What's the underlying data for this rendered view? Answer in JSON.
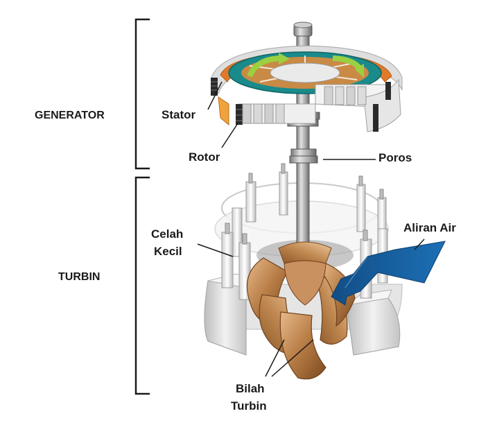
{
  "sections": {
    "generator": "GENERATOR",
    "turbine": "TURBIN"
  },
  "labels": {
    "stator": "Stator",
    "rotor": "Rotor",
    "shaft": "Poros",
    "small_gap_line1": "Celah",
    "small_gap_line2": "Kecil",
    "water_flow": "Aliran Air",
    "blades_line1": "Bilah",
    "blades_line2": "Turbin"
  },
  "colors": {
    "water_arrow": "#1a5e9e",
    "stator_ring": "#e07a2a",
    "rotor_disc": "#1a8a8a",
    "rotor_arrows": "#9bd040",
    "runner_bronze": "#b77c45",
    "housing": "#d8d8d8"
  }
}
